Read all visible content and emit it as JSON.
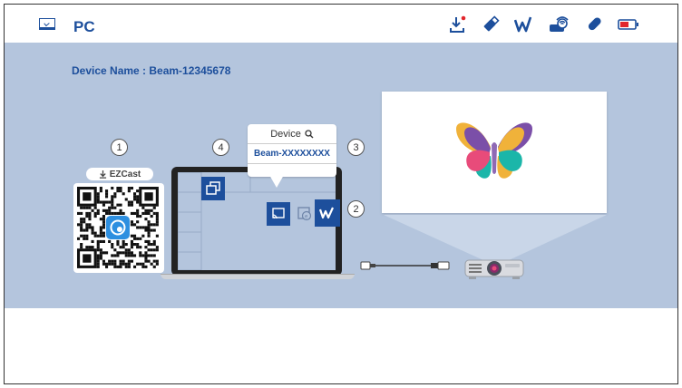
{
  "topbar": {
    "title": "PC",
    "icons": [
      "monitor-icon",
      "download-icon",
      "usb-stick-icon",
      "ezcast-w-icon",
      "wifi-dongle-icon",
      "usb-key-icon",
      "battery-icon"
    ]
  },
  "main": {
    "device_name": "Device Name : Beam-12345678",
    "steps": [
      "1",
      "2",
      "3",
      "4"
    ],
    "ezcast_label": "EZCast",
    "popup": {
      "header": "Device",
      "selected_device": "Beam-XXXXXXXX"
    }
  },
  "colors": {
    "accent": "#1d4f9c",
    "panel": "#b4c5dd",
    "dark_tile": "#1d4f9c"
  }
}
